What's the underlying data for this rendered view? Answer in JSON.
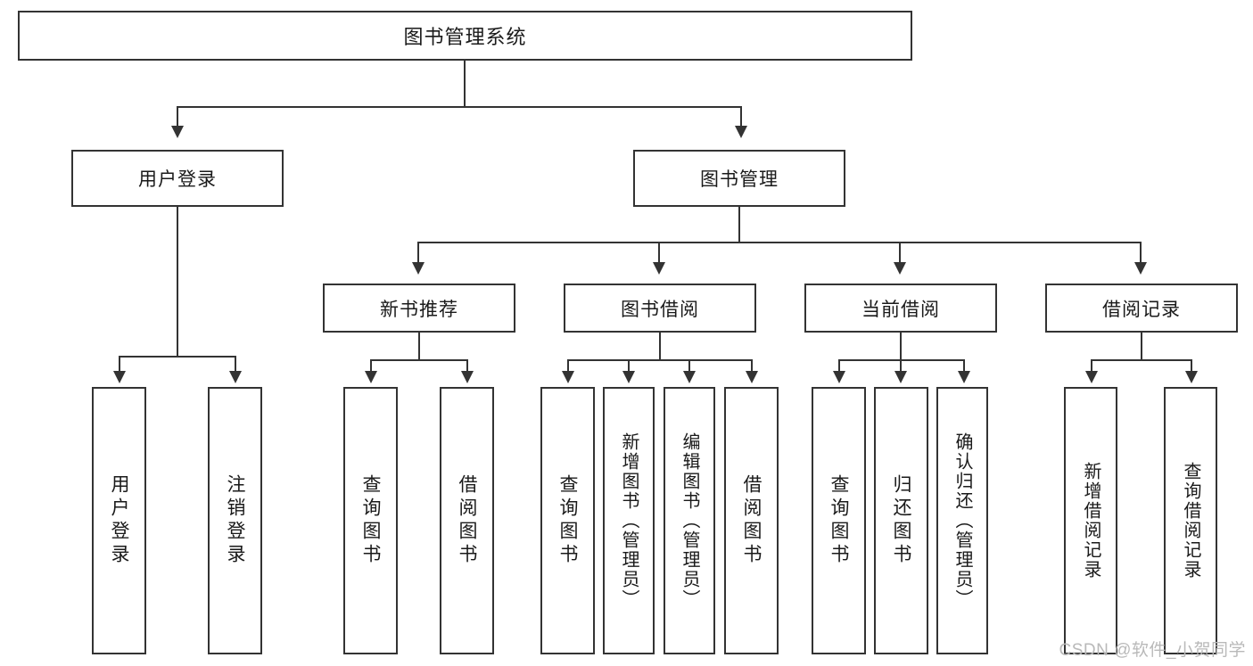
{
  "diagram": {
    "title": "图书管理系统",
    "root": {
      "label": "图书管理系统"
    },
    "level1": [
      {
        "label": "用户登录"
      },
      {
        "label": "图书管理"
      }
    ],
    "level2": [
      {
        "label": "新书推荐"
      },
      {
        "label": "图书借阅"
      },
      {
        "label": "当前借阅"
      },
      {
        "label": "借阅记录"
      }
    ],
    "leaves": {
      "user_login": [
        {
          "label": "用户登录"
        },
        {
          "label": "注销登录"
        }
      ],
      "new_book_recommend": [
        {
          "label": "查询图书"
        },
        {
          "label": "借阅图书"
        }
      ],
      "book_borrow": [
        {
          "label": "查询图书"
        },
        {
          "label": "新增图书（管理员）"
        },
        {
          "label": "编辑图书（管理员）"
        },
        {
          "label": "借阅图书"
        }
      ],
      "current_borrow": [
        {
          "label": "查询图书"
        },
        {
          "label": "归还图书"
        },
        {
          "label": "确认归还（管理员）"
        }
      ],
      "borrow_record": [
        {
          "label": "新增借阅记录"
        },
        {
          "label": "查询借阅记录"
        }
      ]
    }
  },
  "watermark": {
    "text": "CSDN @软件_小贺同学"
  },
  "colors": {
    "box_border": "#333333",
    "box_fill": "#ffffff",
    "line": "#333333",
    "text": "#1a1a1a",
    "watermark": "#b9b9b9"
  }
}
